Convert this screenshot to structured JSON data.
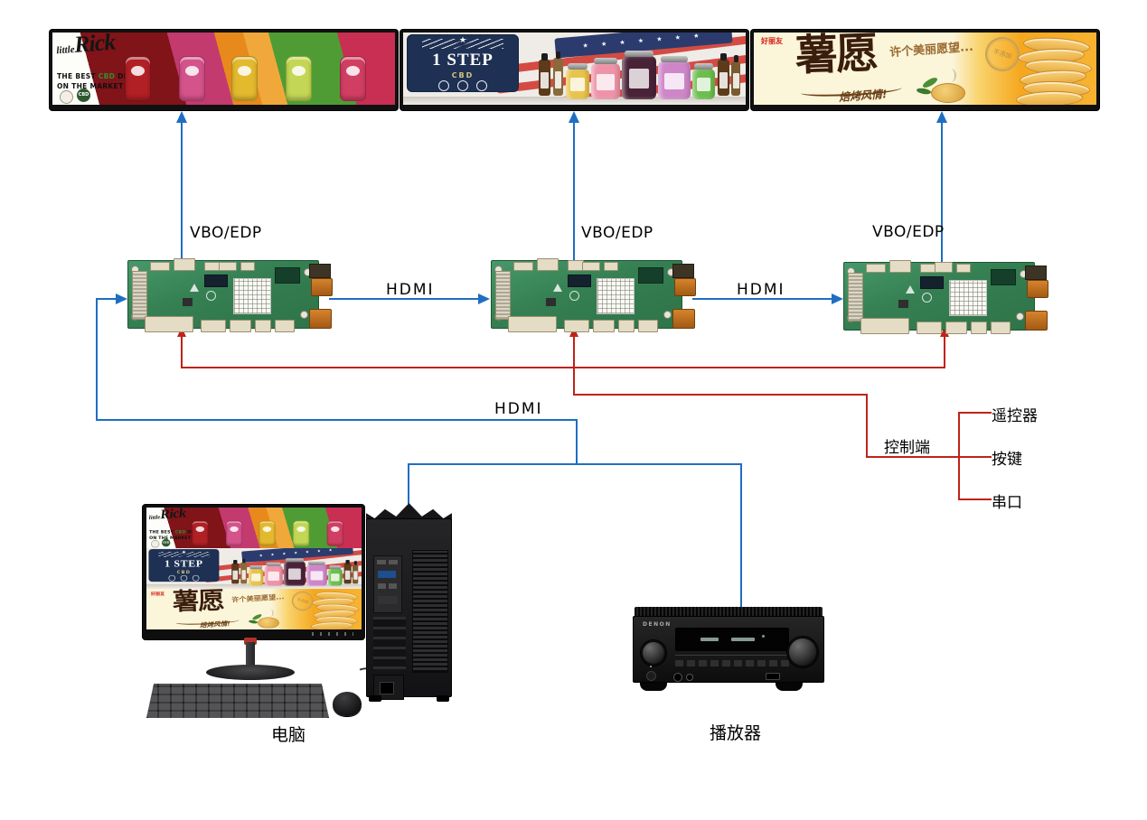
{
  "labels": {
    "vbo_edp": "VBO/EDP",
    "hdmi": "HDMI",
    "control_terminal": "控制端",
    "remote_control": "遥控器",
    "buttons": "按键",
    "serial_port": "串口",
    "computer": "电脑",
    "player": "播放器"
  },
  "colors": {
    "signal_blue": "#1f6ec2",
    "control_red": "#bf2318",
    "pcb_green": "#357f52"
  },
  "banners": {
    "little_rick": {
      "brand_prefix": "little",
      "brand": "Rick",
      "tagline_pre": "THE BEST",
      "tagline_cbd": "CBD",
      "tagline_post": "DRINK",
      "tagline_line2": "ON THE MARKET",
      "badge": "CBD"
    },
    "one_step": {
      "brand": "1 STEP",
      "sub_label": "CBD",
      "stars": "★ ★ ★ ★ ★ ★ ★",
      "emblem_star": "★"
    },
    "shu_yuan": {
      "logo": "好丽友",
      "title": "薯愿",
      "slogan": "许个美丽愿望...",
      "tagline": "焙烤风情!",
      "stamp": "不添加"
    }
  },
  "devices": {
    "receiver_brand": "DENON"
  }
}
